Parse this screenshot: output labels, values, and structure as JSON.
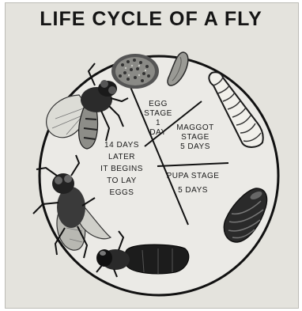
{
  "title": "LIFE CYCLE OF A FLY",
  "stages": {
    "egg": {
      "line1": "EGG",
      "line2": "STAGE",
      "line3": "1",
      "line4": "DAY"
    },
    "maggot": {
      "line1": "MAGGOT",
      "line2": "STAGE",
      "line3": "5 DAYS"
    },
    "pupa": {
      "line1": "PUPA STAGE",
      "line2": "5 DAYS"
    },
    "adult": {
      "line1": "14 DAYS",
      "line2": "LATER",
      "line3": "IT BEGINS",
      "line4": "TO LAY",
      "line5": "EGGS"
    }
  }
}
